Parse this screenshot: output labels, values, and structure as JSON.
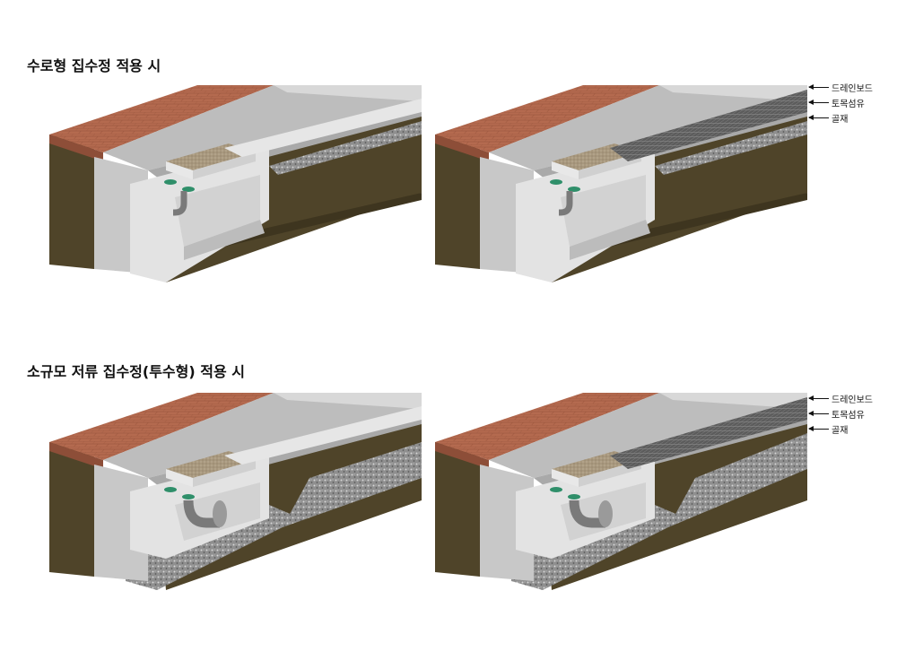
{
  "sections": [
    {
      "title": "수로형 집수정 적용 시"
    },
    {
      "title": "소규모 저류 집수정(투수형) 적용 시"
    }
  ],
  "layer_labels": [
    "드레인보드",
    "토목섬유",
    "골재"
  ],
  "colors": {
    "soil": "#4f4429",
    "soil_dark": "#3e351f",
    "brick": "#b46a4f",
    "concrete": "#c8c8c8",
    "concrete_light": "#e8e8e8",
    "gravel": "#8c8c8c",
    "drainboard": "#555555",
    "sand": "#a2927a",
    "grate": "#2f8f6a"
  }
}
